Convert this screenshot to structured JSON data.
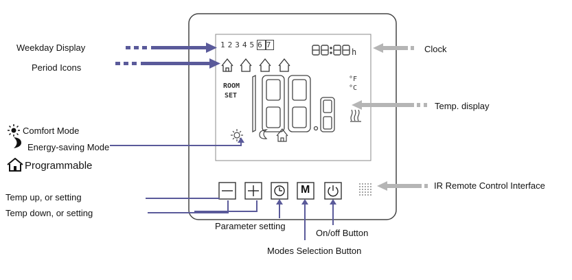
{
  "labels": {
    "weekday_display": "Weekday Display",
    "period_icons": "Period Icons",
    "clock": "Clock",
    "temp_display": "Temp. display",
    "comfort_mode": "Comfort Mode",
    "energy_saving_mode": "Energy-saving Mode",
    "programmable": "Programmable",
    "temp_up": "Temp up, or setting",
    "temp_down": "Temp down, or setting",
    "ir_remote": "IR Remote Control Interface",
    "parameter_setting": "Parameter setting",
    "on_off_button": "On/off Button",
    "modes_selection_button": "Modes Selection Button"
  },
  "lcd": {
    "weekdays": [
      "1",
      "2",
      "3",
      "4",
      "5",
      "6",
      "7"
    ],
    "clock_hour_suffix": "h",
    "room": "ROOM",
    "set": "SET",
    "unit_f": "°F",
    "unit_c": "°C"
  },
  "buttons": [
    {
      "name": "minus",
      "glyph": "—"
    },
    {
      "name": "plus",
      "glyph": "+"
    },
    {
      "name": "clock",
      "glyph": ""
    },
    {
      "name": "mode",
      "glyph": "M"
    },
    {
      "name": "power",
      "glyph": ""
    }
  ],
  "colors": {
    "dark_arrow": "#5a5a9a",
    "light_arrow": "#b5b5b5",
    "outline": "#555555"
  }
}
